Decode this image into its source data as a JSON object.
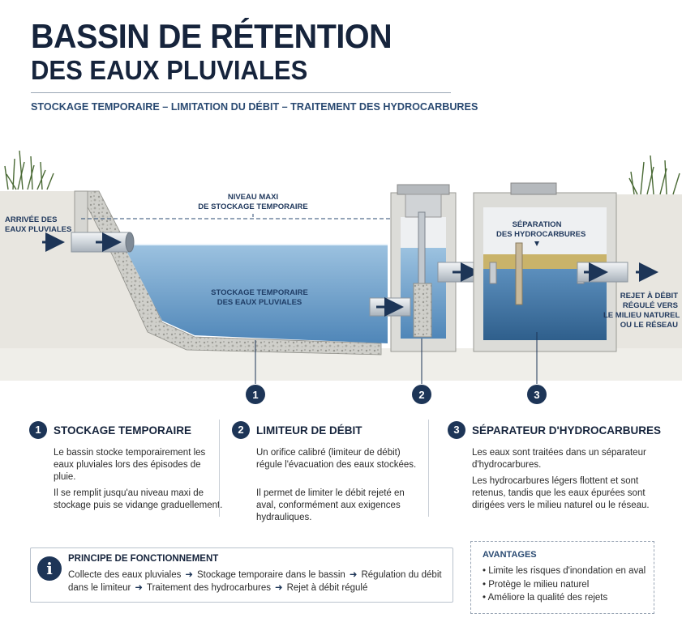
{
  "header": {
    "title_line1": "BASSIN DE RÉTENTION",
    "title_line2": "DES EAUX PLUVIALES",
    "subtitle": "STOCKAGE TEMPORAIRE – LIMITATION DU DÉBIT – TRAITEMENT DES HYDROCARBURES"
  },
  "diagram": {
    "inlet_label": [
      "ARRIVÉE DES",
      "EAUX PLUVIALES"
    ],
    "max_level_label": [
      "NIVEAU MAXI",
      "DE STOCKAGE TEMPORAIRE"
    ],
    "storage_label": [
      "STOCKAGE TEMPORAIRE",
      "DES EAUX PLUVIALES"
    ],
    "separation_label": [
      "SÉPARATION",
      "DES HYDROCARBURES"
    ],
    "outlet_label": [
      "REJET À DÉBIT",
      "RÉGULÉ VERS",
      "LE MILIEU NATUREL",
      "OU LE RÉSEAU"
    ],
    "markers": [
      "1",
      "2",
      "3"
    ],
    "colors": {
      "water": "#6fa0cc",
      "navy": "#1d3557",
      "concrete": "#d9d9d6",
      "hydrocarbon": "#c9b36a"
    }
  },
  "sections": [
    {
      "number": "1",
      "title": "STOCKAGE TEMPORAIRE",
      "paragraphs": [
        "Le bassin stocke temporairement les eaux pluviales lors des épisodes de pluie.",
        "Il se remplit jusqu'au niveau maxi de stockage puis se vidange graduellement."
      ]
    },
    {
      "number": "2",
      "title": "LIMITEUR DE DÉBIT",
      "paragraphs": [
        "Un orifice calibré (limiteur de débit) régule l'évacuation des eaux stockées.",
        "Il permet de limiter le débit rejeté en aval, conformément aux exigences hydrauliques."
      ]
    },
    {
      "number": "3",
      "title": "SÉPARATEUR D'HYDROCARBURES",
      "paragraphs": [
        "Les eaux sont traitées dans un séparateur d'hydrocarbures.",
        "Les hydrocarbures légers flottent et sont retenus, tandis que les eaux épurées sont dirigées vers le milieu naturel ou le réseau."
      ]
    }
  ],
  "principe": {
    "icon": "i",
    "title": "PRINCIPE DE FONCTIONNEMENT",
    "steps": [
      "Collecte des eaux pluviales",
      "Stockage temporaire dans le bassin",
      "Régulation du débit dans le limiteur",
      "Traitement des hydrocarbures",
      "Rejet à débit régulé"
    ]
  },
  "avantages": {
    "title": "AVANTAGES",
    "items": [
      "Limite les risques d'inondation en aval",
      "Protège le milieu naturel",
      "Améliore la qualité des rejets"
    ]
  }
}
